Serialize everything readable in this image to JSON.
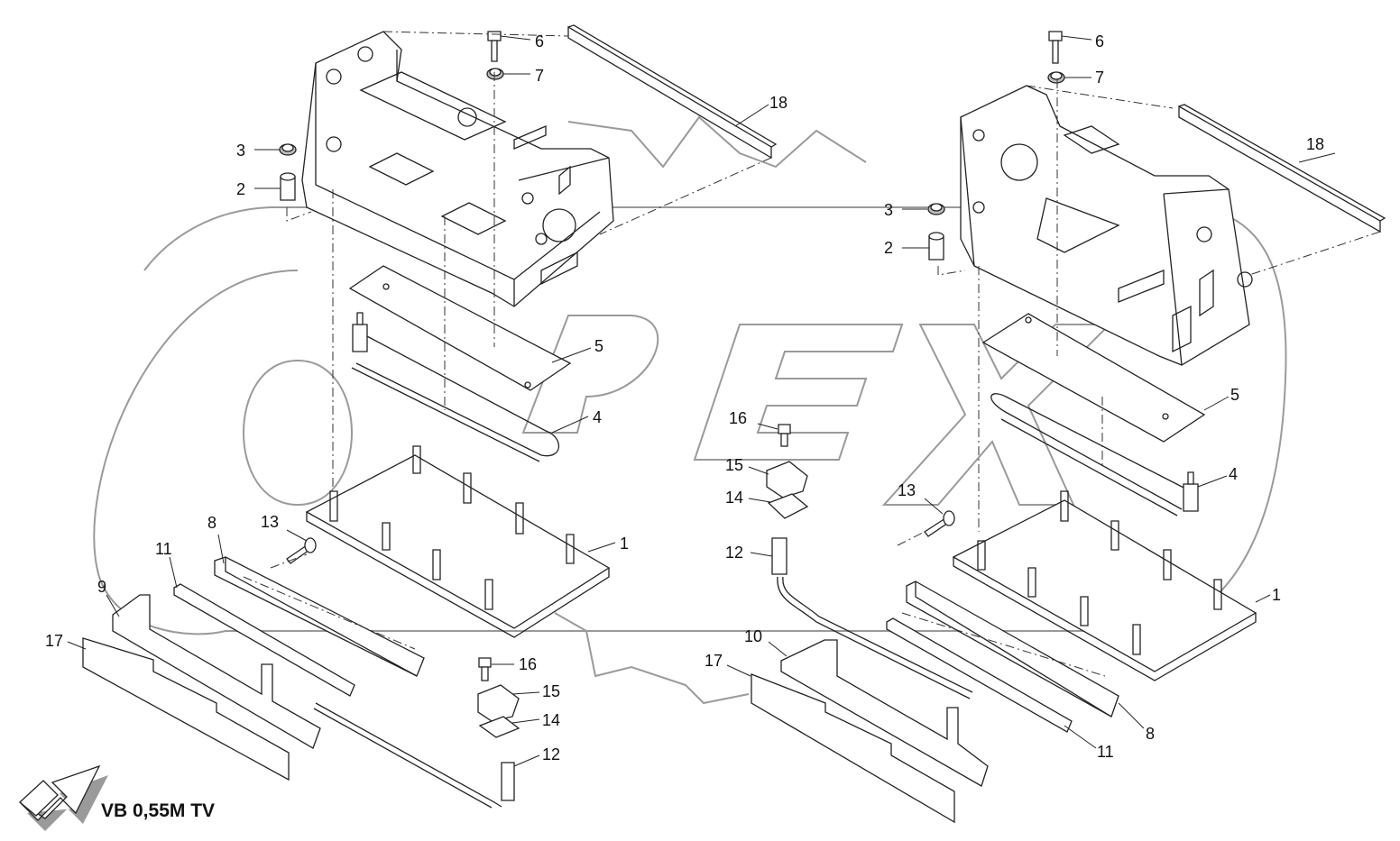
{
  "diagram": {
    "caption": "VB 0,55M TV",
    "watermark_text": "OPEX",
    "callouts": [
      {
        "id": "L6",
        "label": "6"
      },
      {
        "id": "L7",
        "label": "7"
      },
      {
        "id": "L18",
        "label": "18"
      },
      {
        "id": "L3",
        "label": "3"
      },
      {
        "id": "L2",
        "label": "2"
      },
      {
        "id": "L5",
        "label": "5"
      },
      {
        "id": "L4",
        "label": "4"
      },
      {
        "id": "L1",
        "label": "1"
      },
      {
        "id": "L13",
        "label": "13"
      },
      {
        "id": "L8",
        "label": "8"
      },
      {
        "id": "L11",
        "label": "11"
      },
      {
        "id": "L9",
        "label": "9"
      },
      {
        "id": "L17",
        "label": "17"
      },
      {
        "id": "L16",
        "label": "16"
      },
      {
        "id": "L15",
        "label": "15"
      },
      {
        "id": "L14",
        "label": "14"
      },
      {
        "id": "L12",
        "label": "12"
      },
      {
        "id": "R6",
        "label": "6"
      },
      {
        "id": "R7",
        "label": "7"
      },
      {
        "id": "R18",
        "label": "18"
      },
      {
        "id": "R3",
        "label": "3"
      },
      {
        "id": "R2",
        "label": "2"
      },
      {
        "id": "R5",
        "label": "5"
      },
      {
        "id": "R4",
        "label": "4"
      },
      {
        "id": "R1",
        "label": "1"
      },
      {
        "id": "R13",
        "label": "13"
      },
      {
        "id": "R16",
        "label": "16"
      },
      {
        "id": "R15",
        "label": "15"
      },
      {
        "id": "R14",
        "label": "14"
      },
      {
        "id": "R12",
        "label": "12"
      },
      {
        "id": "R10",
        "label": "10"
      },
      {
        "id": "R17",
        "label": "17"
      },
      {
        "id": "R8",
        "label": "8"
      },
      {
        "id": "R11",
        "label": "11"
      }
    ]
  }
}
